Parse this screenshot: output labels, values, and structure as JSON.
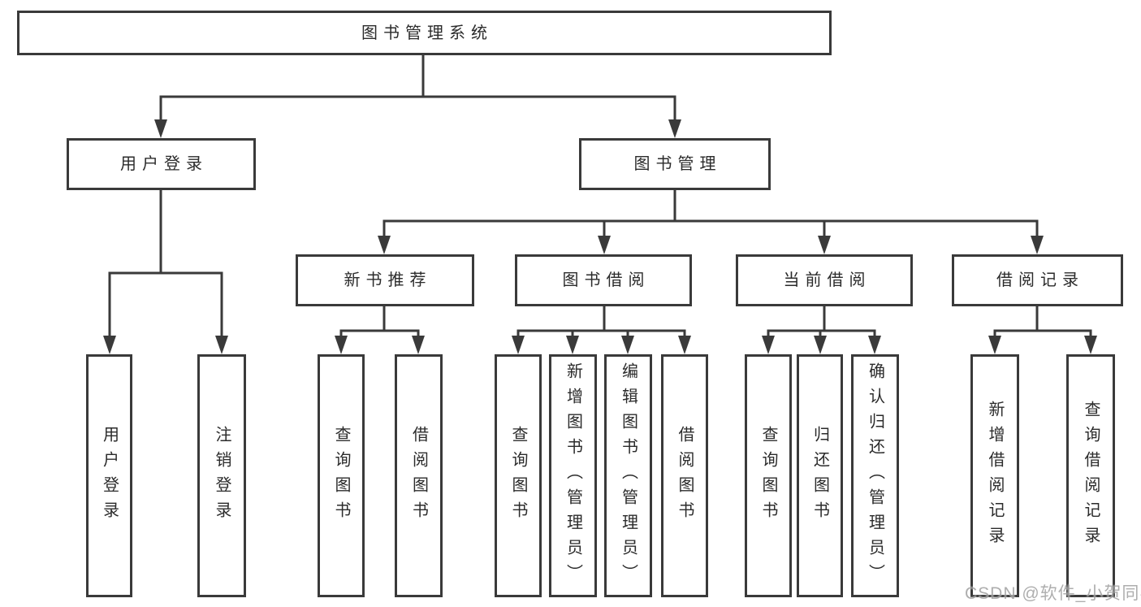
{
  "diagram": {
    "title": "图书管理系统",
    "level2": [
      {
        "label": "用户登录",
        "children": [
          "用户登录",
          "注销登录"
        ]
      },
      {
        "label": "图书管理"
      }
    ],
    "level3": [
      {
        "label": "新书推荐",
        "children": [
          "查询图书",
          "借阅图书"
        ]
      },
      {
        "label": "图书借阅",
        "children": [
          "查询图书",
          "新增图书（管理员）",
          "编辑图书（管理员）",
          "借阅图书"
        ]
      },
      {
        "label": "当前借阅",
        "children": [
          "查询图书",
          "归还图书",
          "确认归还（管理员）"
        ]
      },
      {
        "label": "借阅记录",
        "children": [
          "新增借阅记录",
          "查询借阅记录"
        ]
      }
    ]
  },
  "watermark": {
    "text": "CSDN @软件_小贺同学"
  },
  "colors": {
    "line": "#3a3a3a",
    "text": "#2b2b2b",
    "watermark": "#a0a0a0"
  }
}
